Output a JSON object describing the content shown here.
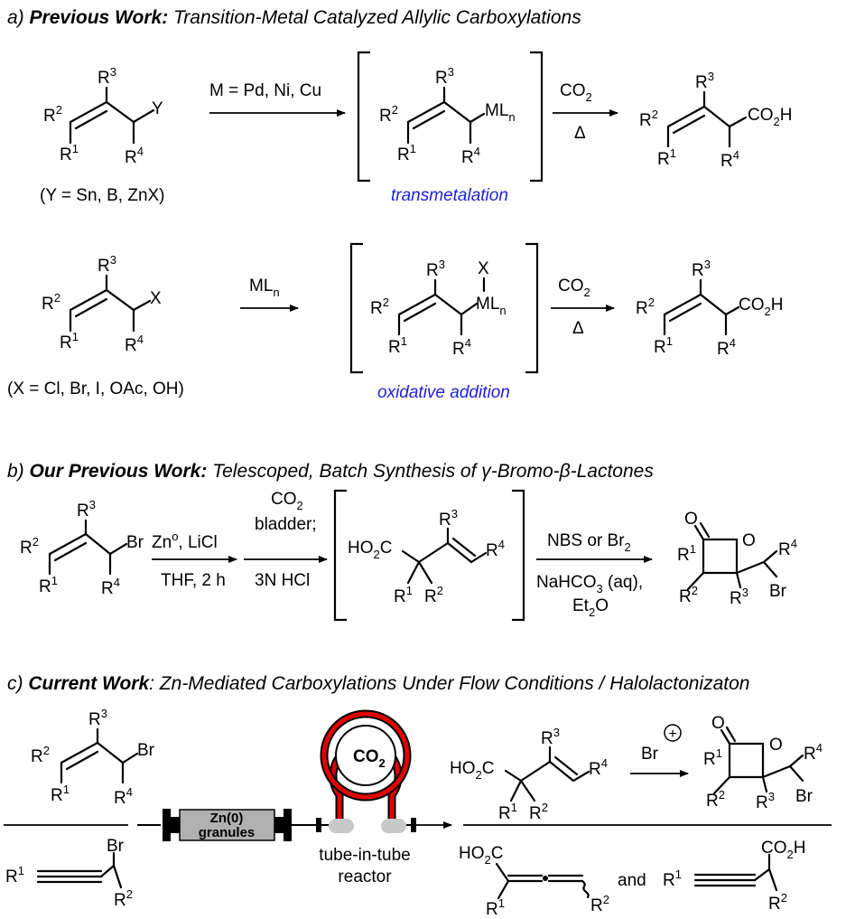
{
  "section_a": {
    "letter": "a)",
    "bold": "Previous Work:",
    "title": "Transition-Metal Catalyzed Allylic Carboxylations",
    "row1": {
      "leaving_group": "Y",
      "condition": "M = Pd, Ni, Cu",
      "substituents_note": "(Y = Sn, B, ZnX)",
      "intermediate_metal": "ML",
      "intermediate_metal_sub": "n",
      "step_label": "transmetalation",
      "reagent": "CO",
      "reagent_sub": "2",
      "heat": "Δ",
      "product_group": "CO",
      "product_group_sub": "2",
      "product_group_tail": "H"
    },
    "row2": {
      "leaving_group": "X",
      "condition": "ML",
      "condition_sub": "n",
      "substituents_note": "(X = Cl, Br, I, OAc, OH)",
      "intermediate_x": "X",
      "intermediate_metal": "ML",
      "intermediate_metal_sub": "n",
      "step_label": "oxidative addition",
      "reagent": "CO",
      "reagent_sub": "2",
      "heat": "Δ",
      "product_group": "CO",
      "product_group_sub": "2",
      "product_group_tail": "H"
    }
  },
  "section_b": {
    "letter": "b)",
    "bold": "Our Previous Work:",
    "title": "Telescoped, Batch Synthesis of γ-Bromo-β-Lactones",
    "leaving_group": "Br",
    "step1_top": "Zn",
    "step1_top_sup": "o",
    "step1_top_tail": ", LiCl",
    "step1_bottom": "THF, 2 h",
    "step2_line1": "CO",
    "step2_line1_sub": "2",
    "step2_line2": "bladder;",
    "step2_line3": "3N HCl",
    "acid_label": "HO",
    "acid_label_sub": "2",
    "acid_label_tail": "C",
    "step3_top": "NBS or Br",
    "step3_top_sub": "2",
    "step3_mid": "NaHCO",
    "step3_mid_sub": "3",
    "step3_mid_tail": " (aq),",
    "step3_bottom": "Et",
    "step3_bottom_sub": "2",
    "step3_bottom_tail": "O",
    "lactone_o1": "O",
    "lactone_o2": "O",
    "product_br": "Br"
  },
  "section_c": {
    "letter": "c)",
    "bold": "Current Work",
    "title": ": Zn-Mediated Carboxylations Under Flow Conditions / Halolactonizaton",
    "allyl_br": "Br",
    "propargyl_br": "Br",
    "column_line1": "Zn(0)",
    "column_line2": "granules",
    "co2_label": "CO",
    "co2_sub": "2",
    "reactor_line1": "tube-in-tube",
    "reactor_line2": "reactor",
    "acid_label": "HO",
    "acid_label_sub": "2",
    "acid_label_tail": "C",
    "bromonium": "Br",
    "bromonium_charge": "+",
    "lactone_o1": "O",
    "lactone_o2": "O",
    "product_br": "Br",
    "allene_acid": "HO",
    "allene_acid_sub": "2",
    "allene_acid_tail": "C",
    "and_word": "and",
    "alkyne_acid": "CO",
    "alkyne_acid_sub": "2",
    "alkyne_acid_tail": "H"
  },
  "labels": {
    "R": "R",
    "one": "1",
    "two": "2",
    "three": "3",
    "four": "4"
  },
  "colors": {
    "step_label": "#1f1fd6",
    "tube_outer": "#e00000",
    "column_fill": "#b0b0b0",
    "tube_ends": "#c8c8c8"
  }
}
